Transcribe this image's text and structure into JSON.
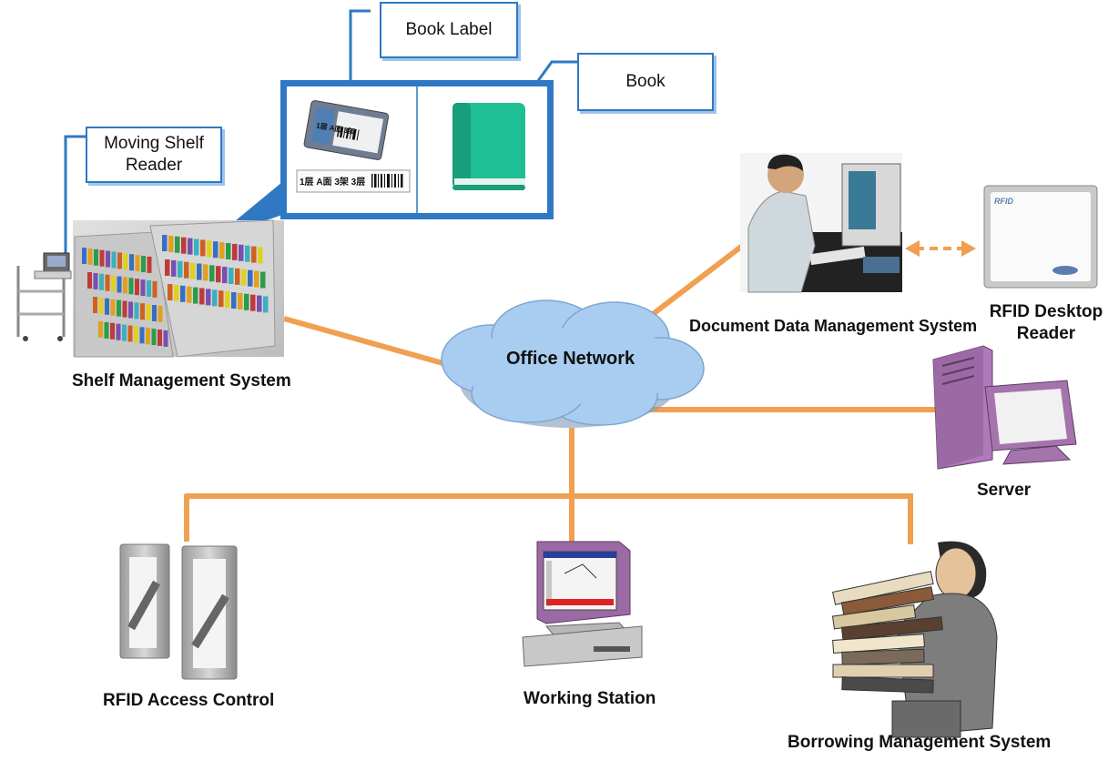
{
  "callouts": {
    "book_label": "Book Label",
    "book": "Book",
    "moving_shelf_reader": [
      "Moving Shelf",
      "Reader"
    ]
  },
  "labels": {
    "shelf_management": "Shelf Management System",
    "document_data_management": "Document Data Management System",
    "rfid_desktop_reader": [
      "RFID Desktop",
      "Reader"
    ],
    "office_network": "Office Network",
    "server": "Server",
    "rfid_access_control": "RFID Access Control",
    "working_station": "Working Station",
    "borrowing_management": "Borrowing Management System"
  },
  "book_label_tag": {
    "tag_text": "1层 A面 3架",
    "strip_text": "1层 A面 3架 3层"
  },
  "reader_brand": "RFID",
  "colors": {
    "link": "#f0a050",
    "callout_border": "#2f78c4",
    "cloud": "#a9cdf0",
    "book": "#1fbf95"
  }
}
